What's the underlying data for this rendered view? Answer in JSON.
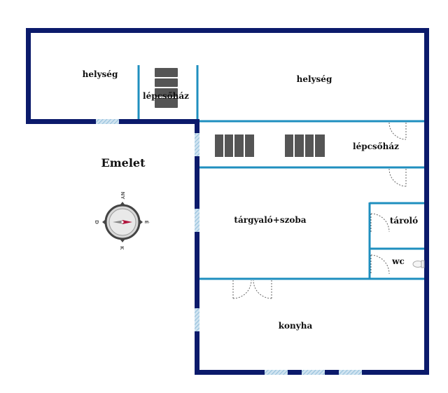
{
  "plan": {
    "title": "Emelet",
    "rooms": [
      {
        "key": "helyseg_left",
        "label": "helység"
      },
      {
        "key": "lepcsohaz_top",
        "label": "lépcsőház"
      },
      {
        "key": "helyseg_right",
        "label": "helység"
      },
      {
        "key": "lepcsohaz_mid",
        "label": "lépcsőház"
      },
      {
        "key": "targyalo",
        "label": "tárgyaló+szoba"
      },
      {
        "key": "tarolo",
        "label": "tároló"
      },
      {
        "key": "wc",
        "label": "wc"
      },
      {
        "key": "konyha",
        "label": "konyha"
      }
    ],
    "compass": {
      "north": "NY",
      "east": "É",
      "south": "K",
      "west": "D"
    },
    "colors": {
      "outer_wall": "#0b1a6b",
      "inner_wall": "#1f8fbf",
      "window": "#a9cce3",
      "stairs": "#555555",
      "compass_pointer": "#b0143c"
    }
  }
}
